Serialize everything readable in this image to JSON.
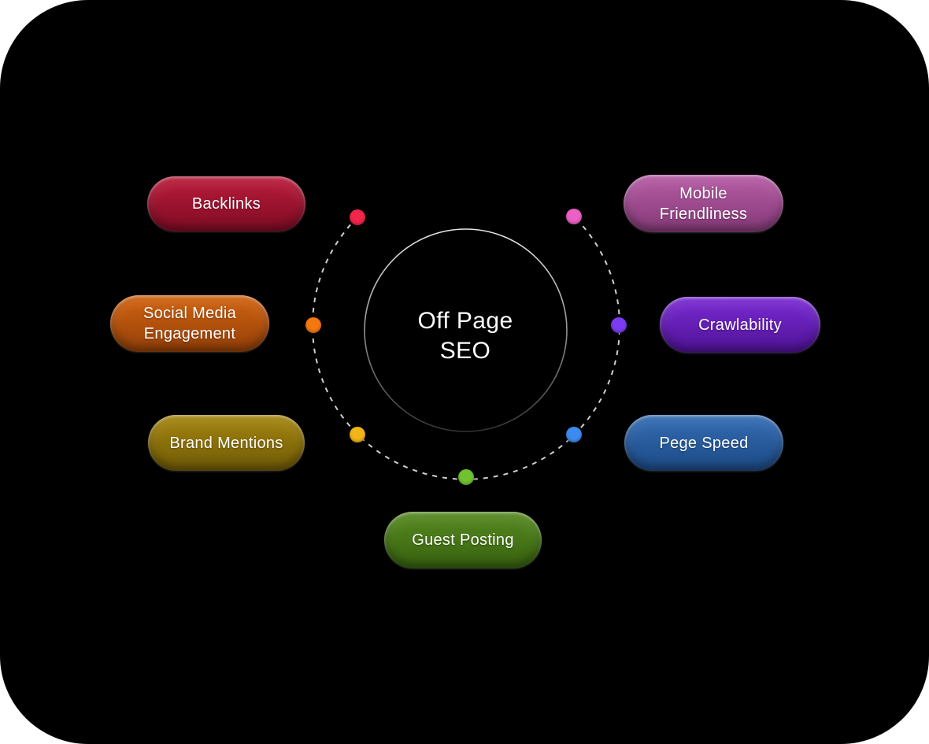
{
  "center": {
    "line1": "Off Page",
    "line2": "SEO"
  },
  "nodes": [
    {
      "id": "backlinks",
      "label": "Backlinks",
      "pill_top": "#bb1b3b",
      "pill_bottom": "#7e0c24",
      "dot": "#f2254a"
    },
    {
      "id": "social-media-engagement",
      "label": "Social Media\nEngagement",
      "pill_top": "#d2620f",
      "pill_bottom": "#93400a",
      "dot": "#f4770f"
    },
    {
      "id": "brand-mentions",
      "label": "Brand Mentions",
      "pill_top": "#a5850e",
      "pill_bottom": "#6f5a06",
      "dot": "#f2b517"
    },
    {
      "id": "guest-posting",
      "label": "Guest Posting",
      "pill_top": "#568a20",
      "pill_bottom": "#37610f",
      "dot": "#71c230"
    },
    {
      "id": "mobile-friendliness",
      "label": "Mobile\nFriendliness",
      "pill_top": "#b75ba5",
      "pill_bottom": "#843a78",
      "dot": "#ec5fc4"
    },
    {
      "id": "crawlability",
      "label": "Crawlability",
      "pill_top": "#7a2ad4",
      "pill_bottom": "#4f1396",
      "dot": "#7b3bf2"
    },
    {
      "id": "pege-speed",
      "label": "Pege Speed",
      "pill_top": "#336cb4",
      "pill_bottom": "#1d4a85",
      "dot": "#3d8bf0"
    }
  ],
  "colors": {
    "page_bg": "#ffffff",
    "canvas_bg": "#000000",
    "ring_stroke": "#cfcfcf",
    "text": "#ffffff"
  }
}
